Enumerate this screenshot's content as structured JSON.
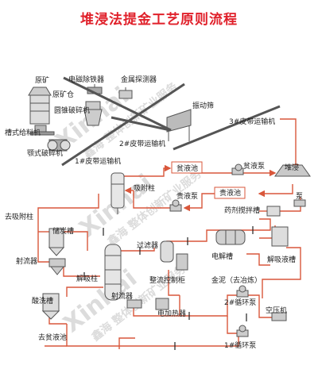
{
  "title": "堆浸法提金工艺原则流程",
  "colors": {
    "title": "#e0202a",
    "pipe": "#d9573b",
    "equipment": "#555555",
    "label": "#222222",
    "watermark": "#dcdcdc"
  },
  "watermark": {
    "brand": "Xinhai",
    "tagline": "鑫海 整体创新矿业服务"
  },
  "labels": {
    "raw_ore": "原矿",
    "ore_bin": "原矿仓",
    "electromagnetic_separator": "电磁除铁器",
    "metal_detector": "金属探测器",
    "cone_crusher": "圆锥破碎机",
    "grizzly_feeder": "槽式给料机",
    "jaw_crusher": "颚式破碎机",
    "vibrating_screen": "振动筛",
    "belt_conveyor_1": "1#皮带运输机",
    "belt_conveyor_2": "2#皮带运输机",
    "belt_conveyor_3": "3#皮带运输机",
    "adsorption_column": "吸附柱",
    "lean_solution_pool": "贫液池",
    "lean_solution_pump": "贫液泵",
    "heap_leaching": "堆浸",
    "rich_solution_pump": "贵液泵",
    "rich_solution_pool": "贵液池",
    "pump": "泵",
    "reagent_agitator": "药剂搅拌槽",
    "to_adsorption_column": "去吸附柱",
    "carbon_tank": "储炭槽",
    "jet_pump_1": "射流器",
    "filter": "过滤器",
    "electrolytic_cell": "电解槽",
    "desorption_column": "解吸柱",
    "rectifier_cabinet": "整流控制柜",
    "gold_mud": "金泥（去冶炼）",
    "desorption_tank": "解吸液槽",
    "acid_wash_tank": "酸洗槽",
    "jet_pump_2": "射流器",
    "electric_heater": "电加热器",
    "circulation_pump_2": "2#循环泵",
    "air_compressor": "空压机",
    "to_lean_solution_pool": "去贫液池",
    "circulation_pump_1": "1#循环泵"
  }
}
